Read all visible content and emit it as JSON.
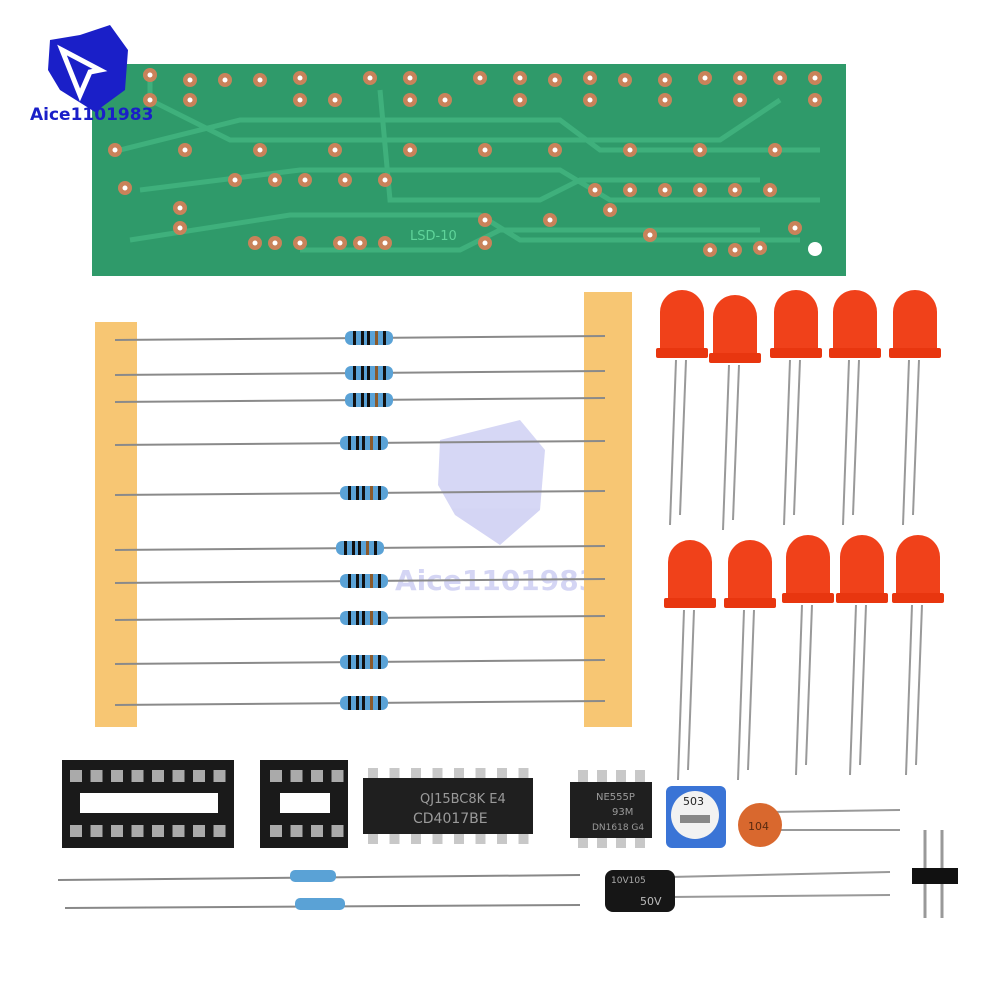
{
  "logo": {
    "text": "Aice1101983",
    "watermark_text": "Aice1101983",
    "color": "#1a1fc8"
  },
  "pcb": {
    "label": "LSD-10",
    "color": "#2f9a6a",
    "pad_color": "#c9825a"
  },
  "ic_large": {
    "line1": "QJ15BC8K E4",
    "line2": "CD4017BE",
    "pins_per_side": 8
  },
  "ic_small": {
    "line1": "NE555P",
    "line2": "93M",
    "line3": "DN1618 G4",
    "pins_per_side": 4
  },
  "potentiometer": {
    "label": "503",
    "color": "#3a74d6"
  },
  "ceramic_capacitor": {
    "label": "104",
    "color": "#d9682e"
  },
  "electrolytic_capacitor": {
    "label": "50V",
    "label_top": "10V105"
  },
  "resistor_strip_count": 10,
  "led_count": 10,
  "led_color": "#f0411a",
  "tape_color": "#f7c673"
}
